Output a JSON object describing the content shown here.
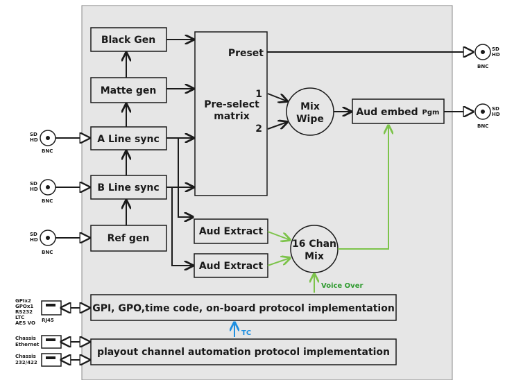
{
  "blocks": {
    "black_gen": "Black Gen",
    "matte_gen": "Matte gen",
    "a_line_sync": "A Line sync",
    "b_line_sync": "B Line sync",
    "ref_gen": "Ref gen",
    "preselect_matrix_line1": "Pre-select",
    "preselect_matrix_line2": "matrix",
    "preset": "Preset",
    "input_1": "1",
    "input_2": "2",
    "mix_wipe_line1": "Mix",
    "mix_wipe_line2": "Wipe",
    "aud_embed": "Aud embed",
    "pgm": "Pgm",
    "aud_extract_1": "Aud Extract",
    "aud_extract_2": "Aud Extract",
    "chan_mix_line1": "16 Chan",
    "chan_mix_line2": "Mix",
    "voice_over": "Voice Over",
    "tc": "TC",
    "gpi_block": "GPI, GPO,time code, on-board protocol implementation",
    "playout_block": "playout channel automation protocol implementation"
  },
  "connectors": {
    "sd": "SD",
    "hd": "HD",
    "bnc": "BNC",
    "rj45": "RJ45",
    "gpi_lines": [
      "GPIx2",
      "GPOx1",
      "RS232",
      "LTC",
      "AES VO"
    ],
    "chassis_ethernet": [
      "Chassis",
      "Ethernet"
    ],
    "chassis_232": [
      "Chassis",
      "232/422"
    ]
  },
  "colors": {
    "panel": "#e6e6e6",
    "black_line": "#1a1a1a",
    "green_line": "#7cc34a",
    "blue_arrow": "#1e8fe0",
    "voice_over_text": "#2e9a2e"
  }
}
